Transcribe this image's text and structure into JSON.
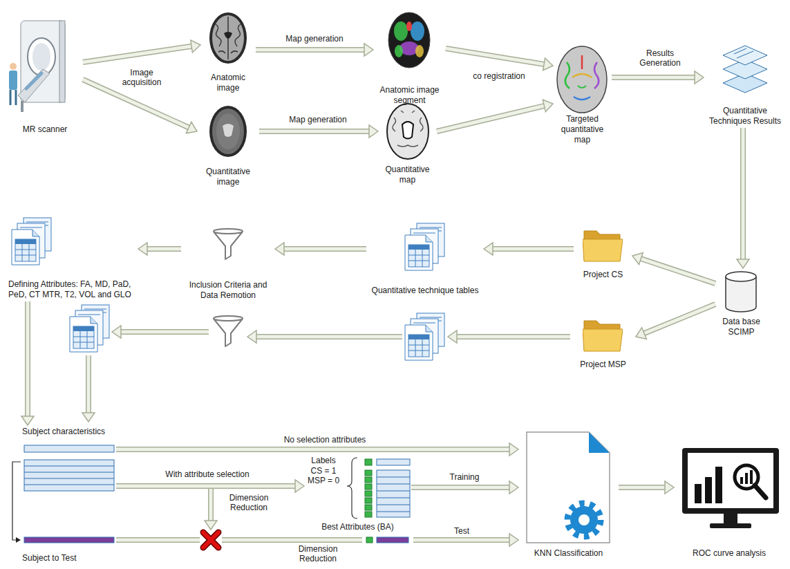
{
  "diagram": {
    "nodes": [
      {
        "text": [
          "MR scanner"
        ]
      },
      {
        "text": [
          "Anatomic image"
        ]
      },
      {
        "text": [
          "Quantitative image"
        ]
      },
      {
        "text": [
          "Anatomic image segment"
        ]
      },
      {
        "text": [
          "Quantitative map"
        ]
      },
      {
        "text": [
          "Targeted quantitative map"
        ]
      },
      {
        "text": [
          "Quantitative Techniques Results"
        ]
      },
      {
        "text": [
          "Data base SCIMP"
        ]
      },
      {
        "text": [
          "Project CS"
        ]
      },
      {
        "text": [
          "Project MSP"
        ]
      },
      {
        "text": [
          "Quantitative technique tables"
        ]
      },
      {
        "text": [
          "Inclusion Criteria and Data Remotion"
        ]
      },
      {
        "text": [
          "Defining Attributes: FA, MD, PaD, PeD, CT MTR, T2, VOL and GLO"
        ]
      },
      {
        "text": [
          "Subject characteristics"
        ]
      },
      {
        "text": [
          "Subject to Test"
        ]
      },
      {
        "text": [
          "Best Attributes (BA)"
        ]
      },
      {
        "text": [
          "KNN Classification"
        ]
      },
      {
        "text": [
          "ROC curve analysis"
        ]
      }
    ],
    "edges": [
      {
        "from": 0,
        "to": 1,
        "arrow": "to",
        "label": "Image acquisition"
      },
      {
        "from": 0,
        "to": 2,
        "arrow": "to"
      },
      {
        "from": 1,
        "to": 3,
        "arrow": "to",
        "label": "Map generation"
      },
      {
        "from": 2,
        "to": 4,
        "arrow": "to",
        "label": "Map generation"
      },
      {
        "from": 3,
        "to": 5,
        "arrow": "to",
        "label": "co registration"
      },
      {
        "from": 4,
        "to": 5,
        "arrow": "to"
      },
      {
        "from": 5,
        "to": 6,
        "arrow": "to",
        "label": "Results Generation"
      },
      {
        "from": 6,
        "to": 7,
        "arrow": "to"
      },
      {
        "from": 7,
        "to": 8,
        "arrow": "to"
      },
      {
        "from": 7,
        "to": 9,
        "arrow": "to"
      },
      {
        "from": 8,
        "to": 10,
        "arrow": "to"
      },
      {
        "from": 10,
        "to": 11,
        "arrow": "to"
      },
      {
        "from": 11,
        "to": 12,
        "arrow": "to"
      },
      {
        "from": 12,
        "to": 13,
        "arrow": "to"
      },
      {
        "from": 13,
        "to": 16,
        "arrow": "to",
        "label": "No selection attributes"
      },
      {
        "from": 13,
        "to": 15,
        "arrow": "to",
        "label": "With attribute selection"
      },
      {
        "from": 15,
        "to": 16,
        "arrow": "to",
        "label": "Training"
      },
      {
        "from": 13,
        "to": 14,
        "arrow": "to"
      },
      {
        "from": 14,
        "to": 16,
        "arrow": "to",
        "label": "Test"
      },
      {
        "from": 16,
        "to": 17,
        "arrow": "to"
      }
    ],
    "labels": [
      "Labels",
      "CS = 1",
      "MSP = 0",
      "Dimension Reduction",
      "Dimension Reduction"
    ]
  }
}
